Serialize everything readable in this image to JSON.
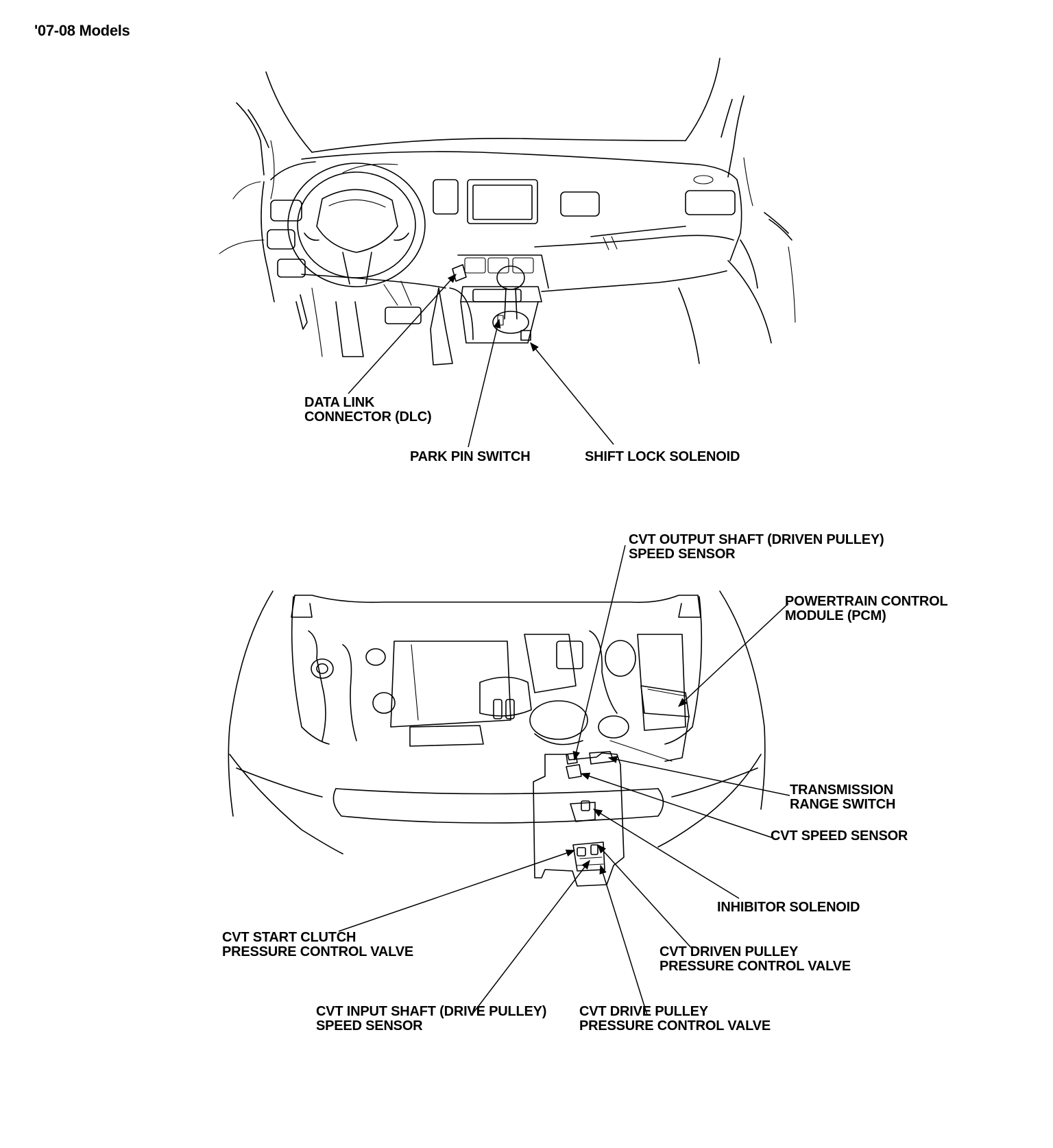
{
  "page": {
    "heading": "'07-08 Models"
  },
  "dashboard": {
    "labels": {
      "dlc": [
        "DATA LINK",
        "CONNECTOR (DLC)"
      ],
      "park_pin_switch": [
        "PARK PIN SWITCH"
      ],
      "shift_lock_solenoid": [
        "SHIFT LOCK SOLENOID"
      ]
    }
  },
  "engine_bay": {
    "labels": {
      "output_shaft_sensor": [
        "CVT OUTPUT SHAFT (DRIVEN PULLEY)",
        "SPEED SENSOR"
      ],
      "pcm": [
        "POWERTRAIN CONTROL",
        "MODULE (PCM)"
      ],
      "transmission_range_switch": [
        "TRANSMISSION",
        "RANGE SWITCH"
      ],
      "cvt_speed_sensor": [
        "CVT SPEED SENSOR"
      ],
      "inhibitor_solenoid": [
        "INHIBITOR SOLENOID"
      ],
      "start_clutch_valve": [
        "CVT START CLUTCH",
        "PRESSURE CONTROL VALVE"
      ],
      "driven_pulley_valve": [
        "CVT DRIVEN PULLEY",
        "PRESSURE CONTROL VALVE"
      ],
      "input_shaft_sensor": [
        "CVT INPUT SHAFT (DRIVE PULLEY)",
        "SPEED SENSOR"
      ],
      "drive_pulley_valve": [
        "CVT DRIVE PULLEY",
        "PRESSURE CONTROL VALVE"
      ]
    }
  }
}
